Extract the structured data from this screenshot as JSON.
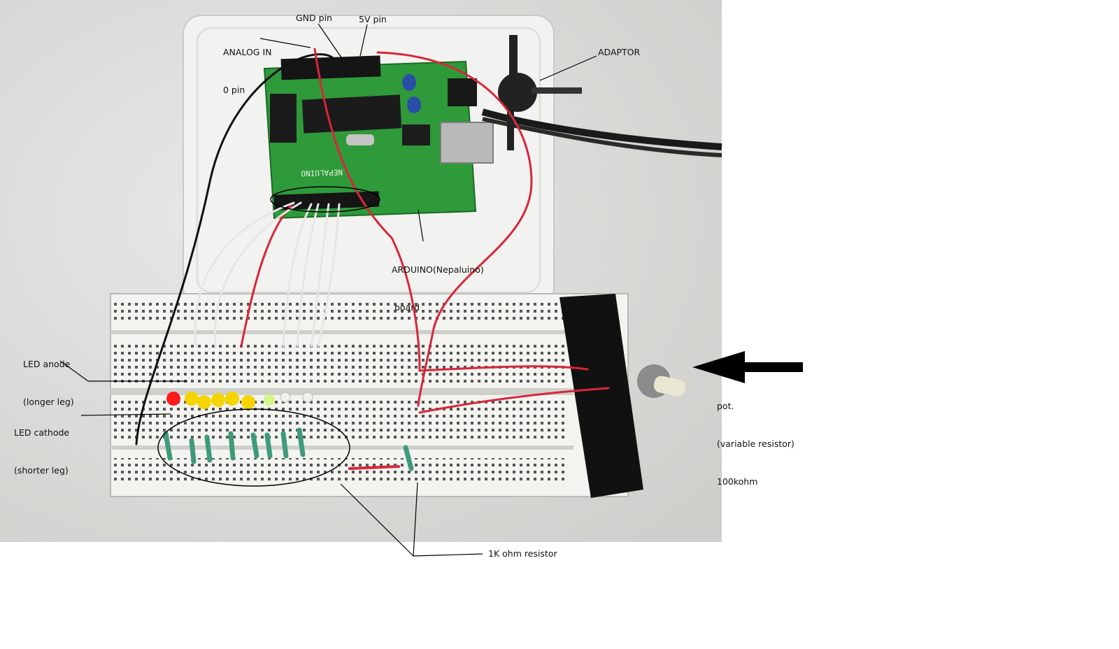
{
  "annotations": {
    "analog_in": [
      "ANALOG IN",
      "0 pin"
    ],
    "gnd_pin": "GND pin",
    "five_v_pin": "5V pin",
    "adaptor": "ADAPTOR",
    "arduino_board": [
      "ARDUINO(Nepaluino)",
      " board"
    ],
    "led_anode": [
      "LED anode",
      "(longer leg)"
    ],
    "led_cathode": [
      "LED cathode",
      "(shorter leg)"
    ],
    "pot": [
      "pot.",
      "(variable resistor)",
      "100kohm"
    ],
    "resistor": "1K ohm resistor"
  },
  "board_silkscreen": "NEPALUINO",
  "colors": {
    "background_photo": "#dcdcd9",
    "pcb": "#2e9a3a",
    "breadboard": "#f3f3ef",
    "wire_red": "#d8263a",
    "wire_white": "#e8e8e8",
    "led_red": "#ff1a1a",
    "led_yellow": "#f5d400",
    "led_green": "#d4f58a",
    "tape": "#111111"
  }
}
